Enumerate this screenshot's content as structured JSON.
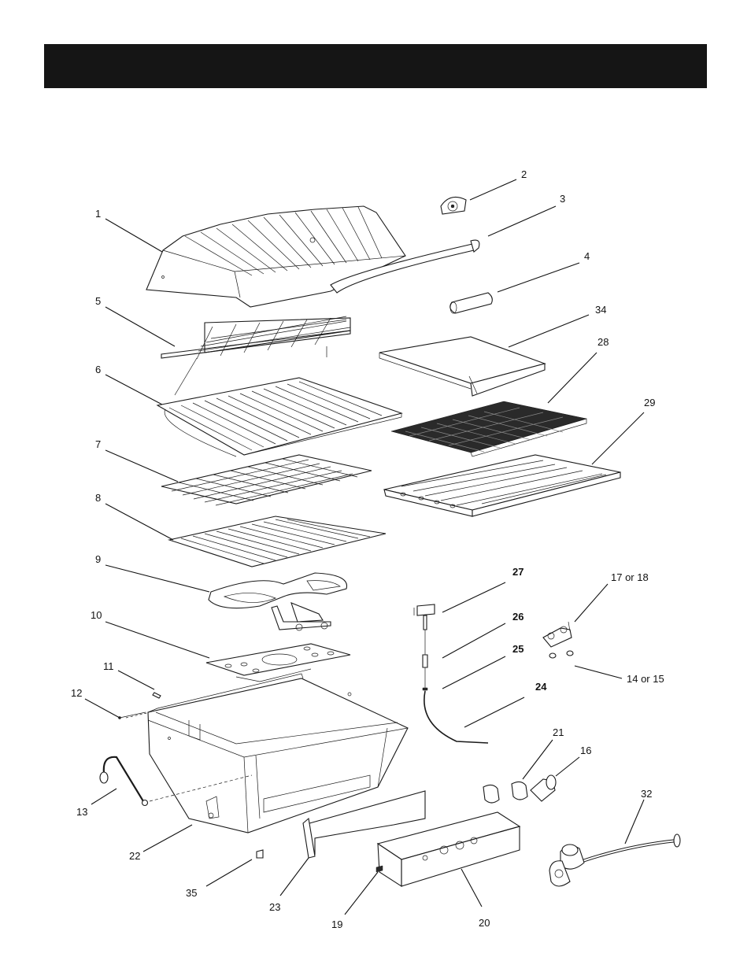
{
  "header": {
    "banner_color": "#151515"
  },
  "parts": [
    {
      "id": "1"
    },
    {
      "id": "2"
    },
    {
      "id": "3"
    },
    {
      "id": "4"
    },
    {
      "id": "5"
    },
    {
      "id": "6"
    },
    {
      "id": "7"
    },
    {
      "id": "8"
    },
    {
      "id": "9"
    },
    {
      "id": "10"
    },
    {
      "id": "11"
    },
    {
      "id": "12"
    },
    {
      "id": "13"
    },
    {
      "id": "14 or 15"
    },
    {
      "id": "16"
    },
    {
      "id": "17 or 18"
    },
    {
      "id": "19"
    },
    {
      "id": "20"
    },
    {
      "id": "21"
    },
    {
      "id": "22"
    },
    {
      "id": "23"
    },
    {
      "id": "24"
    },
    {
      "id": "25"
    },
    {
      "id": "26"
    },
    {
      "id": "27"
    },
    {
      "id": "28"
    },
    {
      "id": "29"
    },
    {
      "id": "32"
    },
    {
      "id": "34"
    },
    {
      "id": "35"
    }
  ]
}
